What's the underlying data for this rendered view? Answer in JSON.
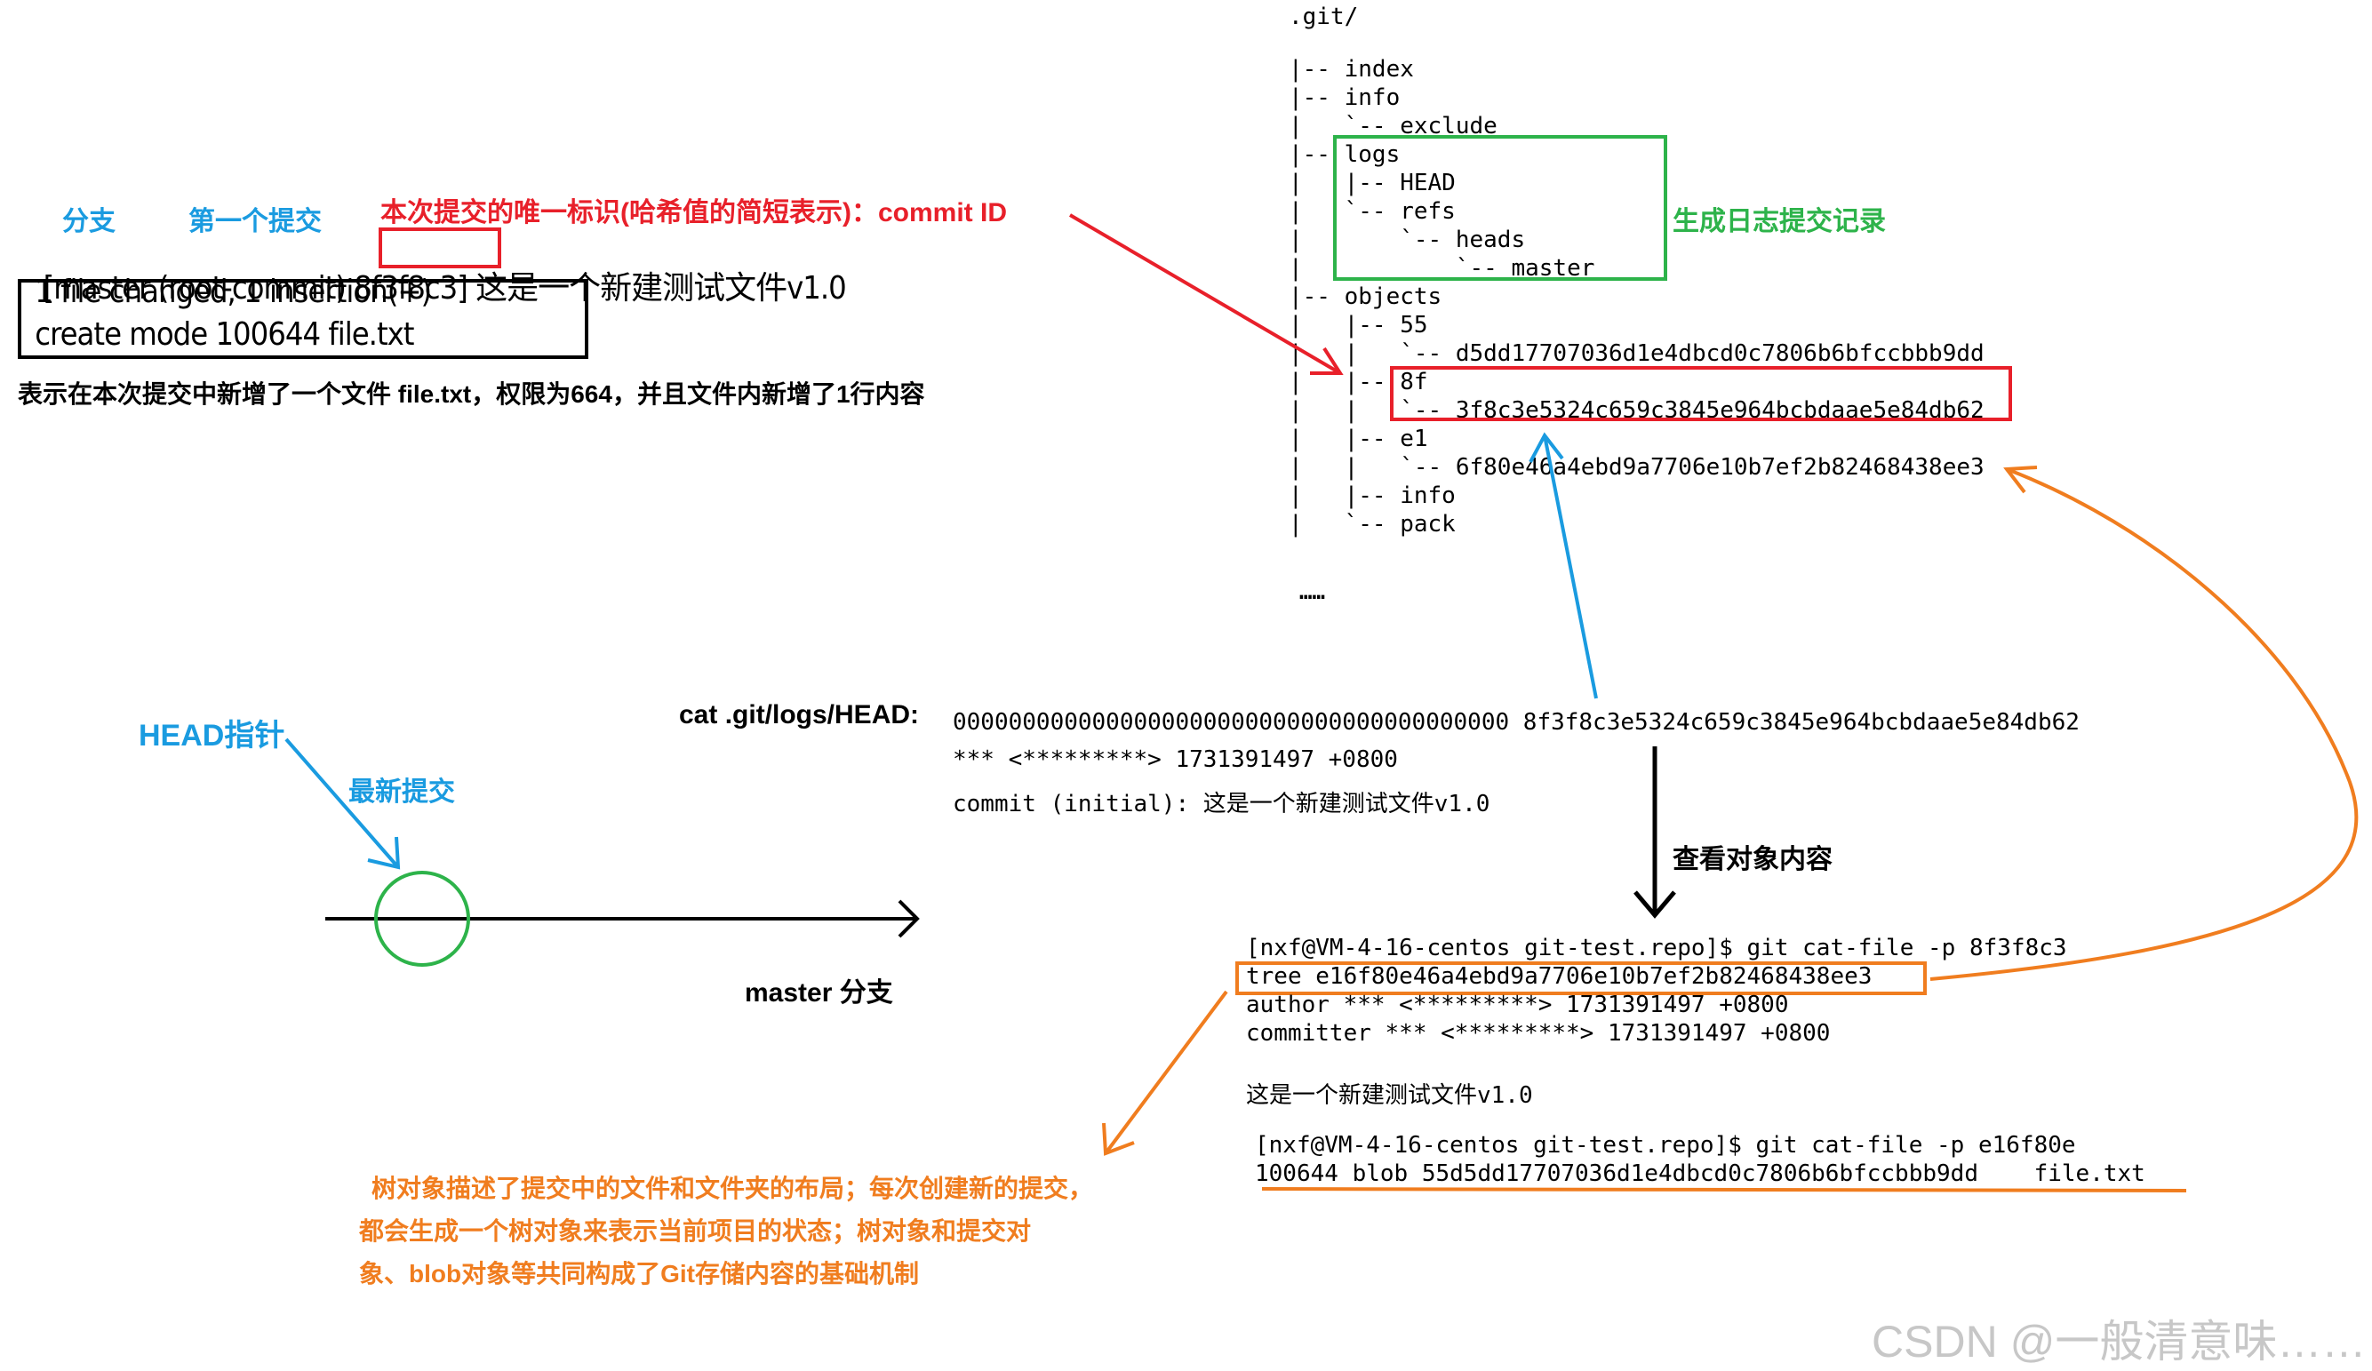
{
  "commit_summary": {
    "branch_label": "分支",
    "first_commit_label": "第一个提交",
    "commit_id_label": "本次提交的唯一标识(哈希值的简短表示)：commit ID",
    "line_prefix": "[master (root-commit) ",
    "short_hash": "8f3f8c3",
    "line_suffix": "] 这是一个新建测试文件v1.0",
    "stat_line1": " 1 file changed, 1 insertion(+)",
    "stat_line2": " create mode 100644 file.txt",
    "explanation": "表示在本次提交中新增了一个文件 file.txt，权限为664，并且文件内新增了1行内容"
  },
  "git_tree": {
    "root": ".git/",
    "lines": [
      "|-- index",
      "|-- info",
      "|   `-- exclude",
      "|-- logs",
      "|   |-- HEAD",
      "|   `-- refs",
      "|       `-- heads",
      "|           `-- master",
      "|-- objects",
      "|   |-- 55",
      "|   |   `-- d5dd17707036d1e4dbcd0c7806b6bfccbbb9dd",
      "|   |-- 8f",
      "|   |   `-- 3f8c3e5324c659c3845e964bcbdaae5e84db62",
      "|   |-- e1",
      "|   |   `-- 6f80e46a4ebd9a7706e10b7ef2b82468438ee3",
      "|   |-- info",
      "|   `-- pack"
    ],
    "ellipsis": "……",
    "logs_annotation": "生成日志提交记录"
  },
  "head_diagram": {
    "head_label": "HEAD指针",
    "latest_label": "最新提交",
    "branch_label": "master 分支"
  },
  "head_log": {
    "label": "cat .git/logs/HEAD:",
    "line1": "0000000000000000000000000000000000000000 8f3f8c3e5324c659c3845e964bcbdaae5e84db62",
    "line2": "*** <*********> 1731391497 +0800",
    "line3": "commit (initial): 这是一个新建测试文件v1.0",
    "view_label": "查看对象内容"
  },
  "cat_file": {
    "cmd1": "[nxf@VM-4-16-centos git-test.repo]$ git cat-file -p 8f3f8c3",
    "tree_line": "tree e16f80e46a4ebd9a7706e10b7ef2b82468438ee3",
    "author_line": "author *** <*********> 1731391497 +0800",
    "committer_line": "committer *** <*********> 1731391497 +0800",
    "message_line": "这是一个新建测试文件v1.0",
    "cmd2": "[nxf@VM-4-16-centos git-test.repo]$ git cat-file -p e16f80e",
    "blob_line": "100644 blob 55d5dd17707036d1e4dbcd0c7806b6bfccbbb9dd    file.txt"
  },
  "tree_note": {
    "line1": "树对象描述了提交中的文件和文件夹的布局；每次创建新的提交，",
    "line2": "都会生成一个树对象来表示当前项目的状态；树对象和提交对",
    "line3": "象、blob对象等共同构成了Git存储内容的基础机制"
  },
  "watermark": "CSDN @一般清意味……",
  "colors": {
    "red": "#e8202a",
    "green": "#2db34a",
    "blue": "#1a9be0",
    "orange": "#f07d1f",
    "black": "#000000"
  }
}
